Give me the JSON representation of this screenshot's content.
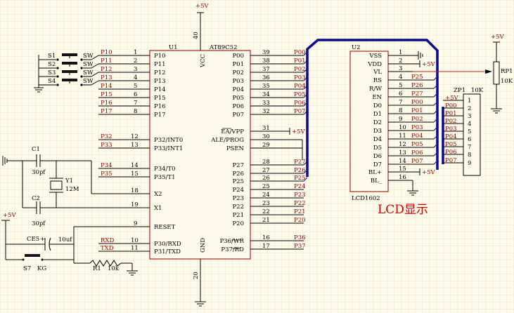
{
  "u1": {
    "ref": "U1",
    "part": "AT89C52",
    "vcc": "VCC",
    "gnd": "GND",
    "pin40": "40",
    "pin20": "20",
    "left": [
      {
        "net": "P10",
        "num": "1",
        "pin": "P10"
      },
      {
        "net": "P11",
        "num": "2",
        "pin": "P11"
      },
      {
        "net": "P12",
        "num": "3",
        "pin": "P12"
      },
      {
        "net": "P13",
        "num": "4",
        "pin": "P13"
      },
      {
        "net": "P14",
        "num": "5",
        "pin": "P14"
      },
      {
        "net": "P15",
        "num": "6",
        "pin": "P15"
      },
      {
        "net": "P16",
        "num": "7",
        "pin": "P16"
      },
      {
        "net": "P17",
        "num": "8",
        "pin": "P17"
      },
      {
        "net": "P32",
        "num": "12",
        "pin": "P32/INT0"
      },
      {
        "net": "P33",
        "num": "13",
        "pin": "P33/INT1"
      },
      {
        "net": "P34",
        "num": "14",
        "pin": "P34/T0"
      },
      {
        "net": "P35",
        "num": "15",
        "pin": "P35/T1"
      },
      {
        "net": "",
        "num": "18",
        "pin": "X2"
      },
      {
        "net": "",
        "num": "19",
        "pin": "X1"
      },
      {
        "net": "",
        "num": "9",
        "pin": "RESET"
      },
      {
        "net": "RXD",
        "num": "10",
        "pin": "P30/RXD"
      },
      {
        "net": "TXD",
        "num": "11",
        "pin": "P31/TXD"
      }
    ],
    "right": [
      {
        "pin": "P00",
        "num": "39",
        "net": "P00"
      },
      {
        "pin": "P01",
        "num": "38",
        "net": "P01"
      },
      {
        "pin": "P02",
        "num": "37",
        "net": "P02"
      },
      {
        "pin": "P03",
        "num": "36",
        "net": "P03"
      },
      {
        "pin": "P04",
        "num": "35",
        "net": "P04"
      },
      {
        "pin": "P05",
        "num": "34",
        "net": "P05"
      },
      {
        "pin": "P06",
        "num": "33",
        "net": "P06"
      },
      {
        "pin": "P07",
        "num": "32",
        "net": "P07"
      },
      {
        "pin": "EA/VPP",
        "num": "31",
        "net": "+5V"
      },
      {
        "pin": "ALE/PROG",
        "num": "30",
        "net": ""
      },
      {
        "pin": "PSEN",
        "num": "29",
        "net": ""
      },
      {
        "pin": "P27",
        "num": "28",
        "net": "P27"
      },
      {
        "pin": "P26",
        "num": "27",
        "net": "P26"
      },
      {
        "pin": "P25",
        "num": "26",
        "net": "P25"
      },
      {
        "pin": "P24",
        "num": "25",
        "net": "P24"
      },
      {
        "pin": "P23",
        "num": "24",
        "net": "P23"
      },
      {
        "pin": "P22",
        "num": "23",
        "net": "P22"
      },
      {
        "pin": "P21",
        "num": "22",
        "net": "P21"
      },
      {
        "pin": "P20",
        "num": "21",
        "net": "P20"
      },
      {
        "pin": "P36/WR",
        "num": "16",
        "net": "P36"
      },
      {
        "pin": "P37/RD",
        "num": "17",
        "net": "P37"
      }
    ]
  },
  "lcd": {
    "ref": "U2",
    "part": "LCD1602",
    "pins": [
      {
        "name": "VSS",
        "num": "1",
        "net": ""
      },
      {
        "name": "VDD",
        "num": "2",
        "net": "+5V"
      },
      {
        "name": "VL",
        "num": "3",
        "net": ""
      },
      {
        "name": "RS",
        "num": "4",
        "net": "P25"
      },
      {
        "name": "R/W",
        "num": "5",
        "net": "P26"
      },
      {
        "name": "EN",
        "num": "6",
        "net": "P27"
      },
      {
        "name": "D0",
        "num": "7",
        "net": "P00"
      },
      {
        "name": "D1",
        "num": "8",
        "net": "P01"
      },
      {
        "name": "D2",
        "num": "9",
        "net": "P02"
      },
      {
        "name": "D3",
        "num": "10",
        "net": "P03"
      },
      {
        "name": "D4",
        "num": "11",
        "net": "P04"
      },
      {
        "name": "D5",
        "num": "12",
        "net": "P05"
      },
      {
        "name": "D6",
        "num": "13",
        "net": "P06"
      },
      {
        "name": "D7",
        "num": "14",
        "net": "P07"
      },
      {
        "name": "BL+",
        "num": "15",
        "net": "+5V"
      },
      {
        "name": "BL_",
        "num": "16",
        "net": ""
      }
    ],
    "caption": "LCD显示"
  },
  "zp1": {
    "ref": "ZP1",
    "value": "10K",
    "pins": [
      {
        "net": "+5V",
        "num": "1"
      },
      {
        "net": "P00",
        "num": "2"
      },
      {
        "net": "P01",
        "num": "3"
      },
      {
        "net": "P02",
        "num": "4"
      },
      {
        "net": "P03",
        "num": "5"
      },
      {
        "net": "P04",
        "num": "6"
      },
      {
        "net": "P05",
        "num": "7"
      },
      {
        "net": "P06",
        "num": "8"
      },
      {
        "net": "P07",
        "num": "9"
      }
    ]
  },
  "rp1": {
    "ref": "RP1",
    "value": "10K",
    "supply": "+5V"
  },
  "switches": [
    {
      "ref": "S1",
      "label": "SW"
    },
    {
      "ref": "S2",
      "label": "SW"
    },
    {
      "ref": "S3",
      "label": "SW"
    },
    {
      "ref": "S4",
      "label": "SW"
    }
  ],
  "crystal": {
    "ref": "Y1",
    "value": "12M"
  },
  "c1": {
    "ref": "C1",
    "value": "30pf"
  },
  "c2": {
    "ref": "C2",
    "value": "30pf"
  },
  "ce5": {
    "ref": "CE5",
    "value": "10uf",
    "plus": "+"
  },
  "s7": {
    "ref": "S7",
    "label": "KG"
  },
  "r1": {
    "ref": "R1",
    "value": "10k"
  },
  "supply": {
    "plus5": "+5V"
  }
}
